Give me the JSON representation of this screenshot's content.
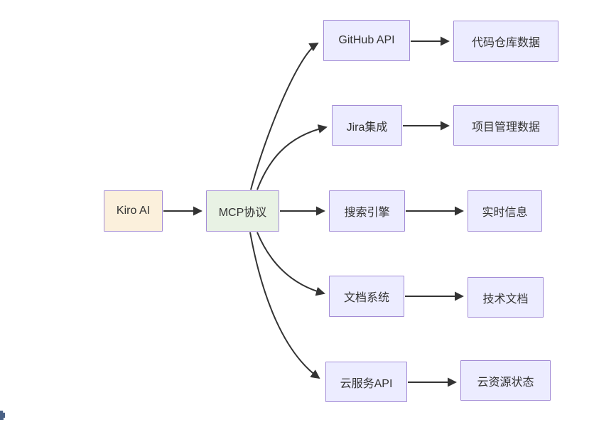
{
  "diagram": {
    "type": "flowchart",
    "direction": "left-to-right",
    "nodes": {
      "kiro": {
        "label": "Kiro AI",
        "fill": "#fbf0dc",
        "role": "source"
      },
      "mcp": {
        "label": "MCP协议",
        "fill": "#e8f2e4",
        "role": "hub"
      },
      "github": {
        "label": "GitHub API",
        "fill": "#ECECFF",
        "role": "integration"
      },
      "repo": {
        "label": "代码仓库数据",
        "fill": "#ECECFF",
        "role": "data"
      },
      "jira": {
        "label": "Jira集成",
        "fill": "#ECECFF",
        "role": "integration"
      },
      "pm": {
        "label": "项目管理数据",
        "fill": "#ECECFF",
        "role": "data"
      },
      "search": {
        "label": "搜索引擎",
        "fill": "#ECECFF",
        "role": "integration"
      },
      "realtime": {
        "label": "实时信息",
        "fill": "#ECECFF",
        "role": "data"
      },
      "docs": {
        "label": "文档系统",
        "fill": "#ECECFF",
        "role": "integration"
      },
      "tech": {
        "label": "技术文档",
        "fill": "#ECECFF",
        "role": "data"
      },
      "cloud": {
        "label": "云服务API",
        "fill": "#ECECFF",
        "role": "integration"
      },
      "cloudstate": {
        "label": "云资源状态",
        "fill": "#ECECFF",
        "role": "data"
      }
    },
    "edges": [
      {
        "from": "Kiro AI",
        "to": "MCP协议"
      },
      {
        "from": "MCP协议",
        "to": "GitHub API"
      },
      {
        "from": "MCP协议",
        "to": "Jira集成"
      },
      {
        "from": "MCP协议",
        "to": "搜索引擎"
      },
      {
        "from": "MCP协议",
        "to": "文档系统"
      },
      {
        "from": "MCP协议",
        "to": "云服务API"
      },
      {
        "from": "GitHub API",
        "to": "代码仓库数据"
      },
      {
        "from": "Jira集成",
        "to": "项目管理数据"
      },
      {
        "from": "搜索引擎",
        "to": "实时信息"
      },
      {
        "from": "文档系统",
        "to": "技术文档"
      },
      {
        "from": "云服务API",
        "to": "云资源状态"
      }
    ],
    "colors": {
      "node_border": "#a38cd6",
      "node_fill_default": "#ECECFF",
      "node_fill_source": "#fbf0dc",
      "node_fill_hub": "#e8f2e4",
      "edge": "#333333",
      "text": "#333333",
      "background": "#ffffff",
      "corner_glyph": "#4a6286"
    }
  }
}
